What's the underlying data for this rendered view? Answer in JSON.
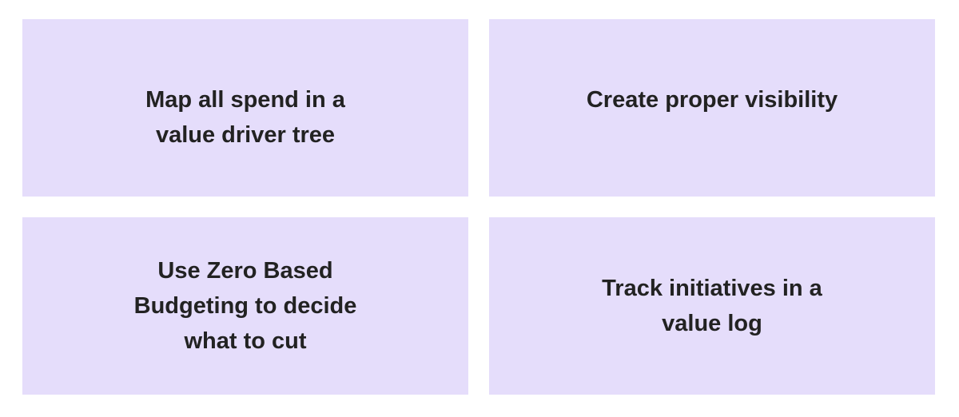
{
  "cards": [
    {
      "text": "Map all spend in a value driver tree"
    },
    {
      "text": "Create proper visibility"
    },
    {
      "text": "Use Zero Based Budgeting to decide what to cut"
    },
    {
      "text": "Track initiatives in a value log"
    }
  ],
  "colors": {
    "card_background": "#e5ddfb",
    "text": "#222222"
  }
}
